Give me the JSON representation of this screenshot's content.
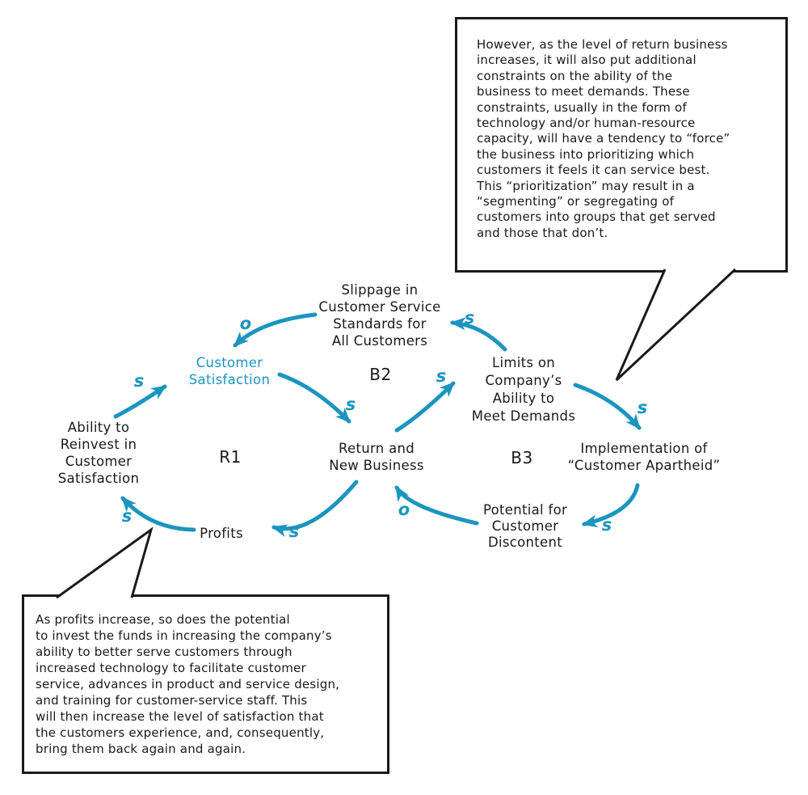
{
  "colors": {
    "accent_teal": "#1b95bf",
    "ink": "#1a1a1a",
    "background": "#ffffff"
  },
  "callouts": {
    "top_right": {
      "text": "However, as the level of return business\nincreases, it will also put additional\nconstraints on the ability of the\nbusiness to meet demands. These\nconstraints, usually in the form of\ntechnology and/or human-resource\ncapacity, will have a tendency to “force”\nthe business into prioritizing which\ncustomers it feels it can service best.\nThis “prioritization” may result in a\n“segmenting” or segregating of\ncustomers into groups that get served\nand those that don’t."
    },
    "bottom_left": {
      "text": "As profits increase, so does the potential\nto invest the funds in increasing the company’s\nability to better serve customers through\nincreased technology to facilitate customer\nservice, advances in product and service design,\nand training for customer-service staff. This\nwill then increase the level of satisfaction that\nthe customers experience, and, consequently,\nbring them back again and again."
    }
  },
  "nodes": {
    "ability": {
      "label": "Ability to\nReinvest in\nCustomer\nSatisfaction"
    },
    "customer_satisfaction": {
      "label": "Customer\nSatisfaction"
    },
    "slippage": {
      "label": "Slippage in\nCustomer Service\nStandards for\nAll Customers"
    },
    "limits": {
      "label": "Limits on\nCompany’s\nAbility to\nMeet Demands"
    },
    "return_business": {
      "label": "Return and\nNew Business"
    },
    "implementation": {
      "label": "Implementation of\n“Customer Apartheid”"
    },
    "discontent": {
      "label": "Potential for\nCustomer\nDiscontent"
    },
    "profits": {
      "label": "Profits"
    }
  },
  "loops": {
    "r1": {
      "label": "R1"
    },
    "b2": {
      "label": "B2"
    },
    "b3": {
      "label": "B3"
    }
  },
  "links": {
    "ability_to_satisfaction": {
      "polarity": "s"
    },
    "slippage_to_satisfaction": {
      "polarity": "o"
    },
    "satisfaction_to_return": {
      "polarity": "s"
    },
    "return_to_limits": {
      "polarity": "s"
    },
    "limits_to_slippage": {
      "polarity": "s"
    },
    "limits_to_implementation": {
      "polarity": "s"
    },
    "implementation_to_discontent": {
      "polarity": "s"
    },
    "discontent_to_return": {
      "polarity": "o"
    },
    "return_to_profits": {
      "polarity": "s"
    },
    "profits_to_ability": {
      "polarity": "s"
    }
  }
}
